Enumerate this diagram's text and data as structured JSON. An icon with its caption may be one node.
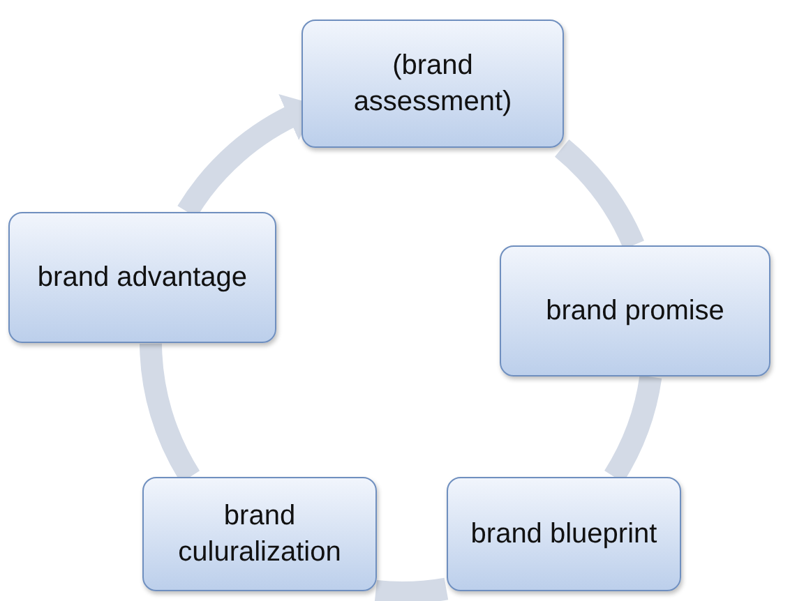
{
  "diagram": {
    "nodes": [
      {
        "text": [
          "(brand assessment)"
        ]
      },
      {
        "text": [
          "brand promise"
        ]
      },
      {
        "text": [
          "brand blueprint"
        ]
      },
      {
        "text": [
          "brand culuralization"
        ]
      },
      {
        "text": [
          "brand advantage"
        ]
      }
    ],
    "edges": [
      {
        "from": 0,
        "to": 1,
        "arrow": "none"
      },
      {
        "from": 1,
        "to": 2,
        "arrow": "none"
      },
      {
        "from": 2,
        "to": 3,
        "arrow": "none"
      },
      {
        "from": 3,
        "to": 4,
        "arrow": "none"
      },
      {
        "from": 4,
        "to": 0,
        "arrow": "to"
      }
    ]
  }
}
